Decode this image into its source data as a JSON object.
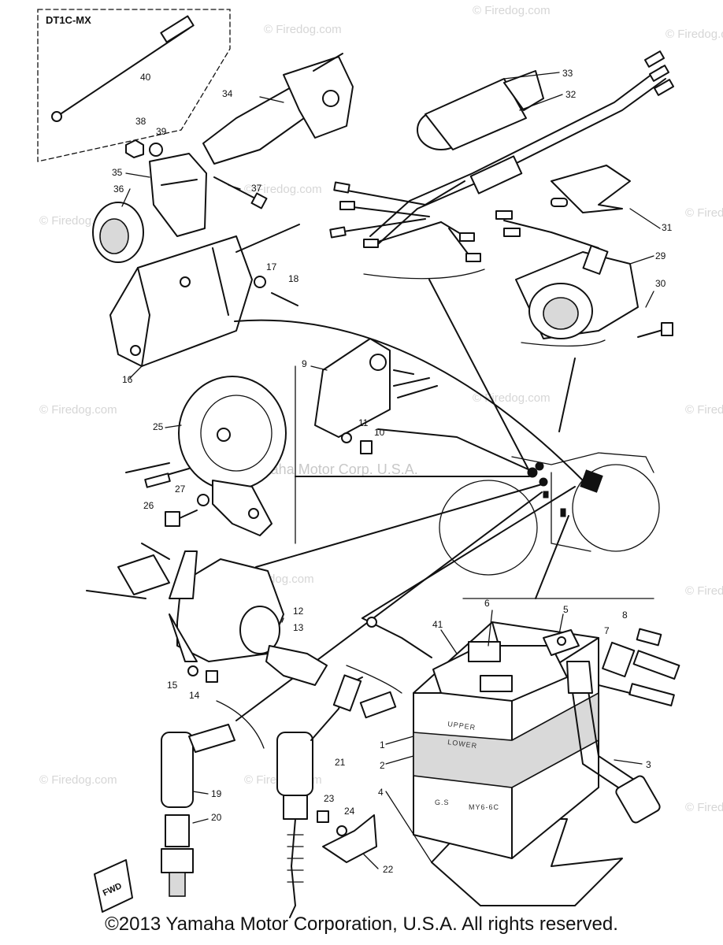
{
  "kit_label": "DT1C-MX",
  "callouts": [
    "1",
    "2",
    "3",
    "4",
    "5",
    "6",
    "7",
    "8",
    "9",
    "10",
    "11",
    "12",
    "13",
    "14",
    "15",
    "16",
    "17",
    "18",
    "19",
    "20",
    "21",
    "22",
    "23",
    "24",
    "25",
    "26",
    "27",
    "29",
    "30",
    "31",
    "32",
    "33",
    "34",
    "35",
    "36",
    "37",
    "38",
    "39",
    "40",
    "41"
  ],
  "battery": {
    "upper": "UPPER",
    "lower": "LOWER",
    "brand": "G.S",
    "model": "MY6-6C"
  },
  "fwd_label": "FWD",
  "watermark_site": "© Firedog.com",
  "watermark_center": "Yamaha Motor Corp. U.S.A.",
  "copyright": "©2013 Yamaha Motor Corporation, U.S.A. All rights reserved."
}
